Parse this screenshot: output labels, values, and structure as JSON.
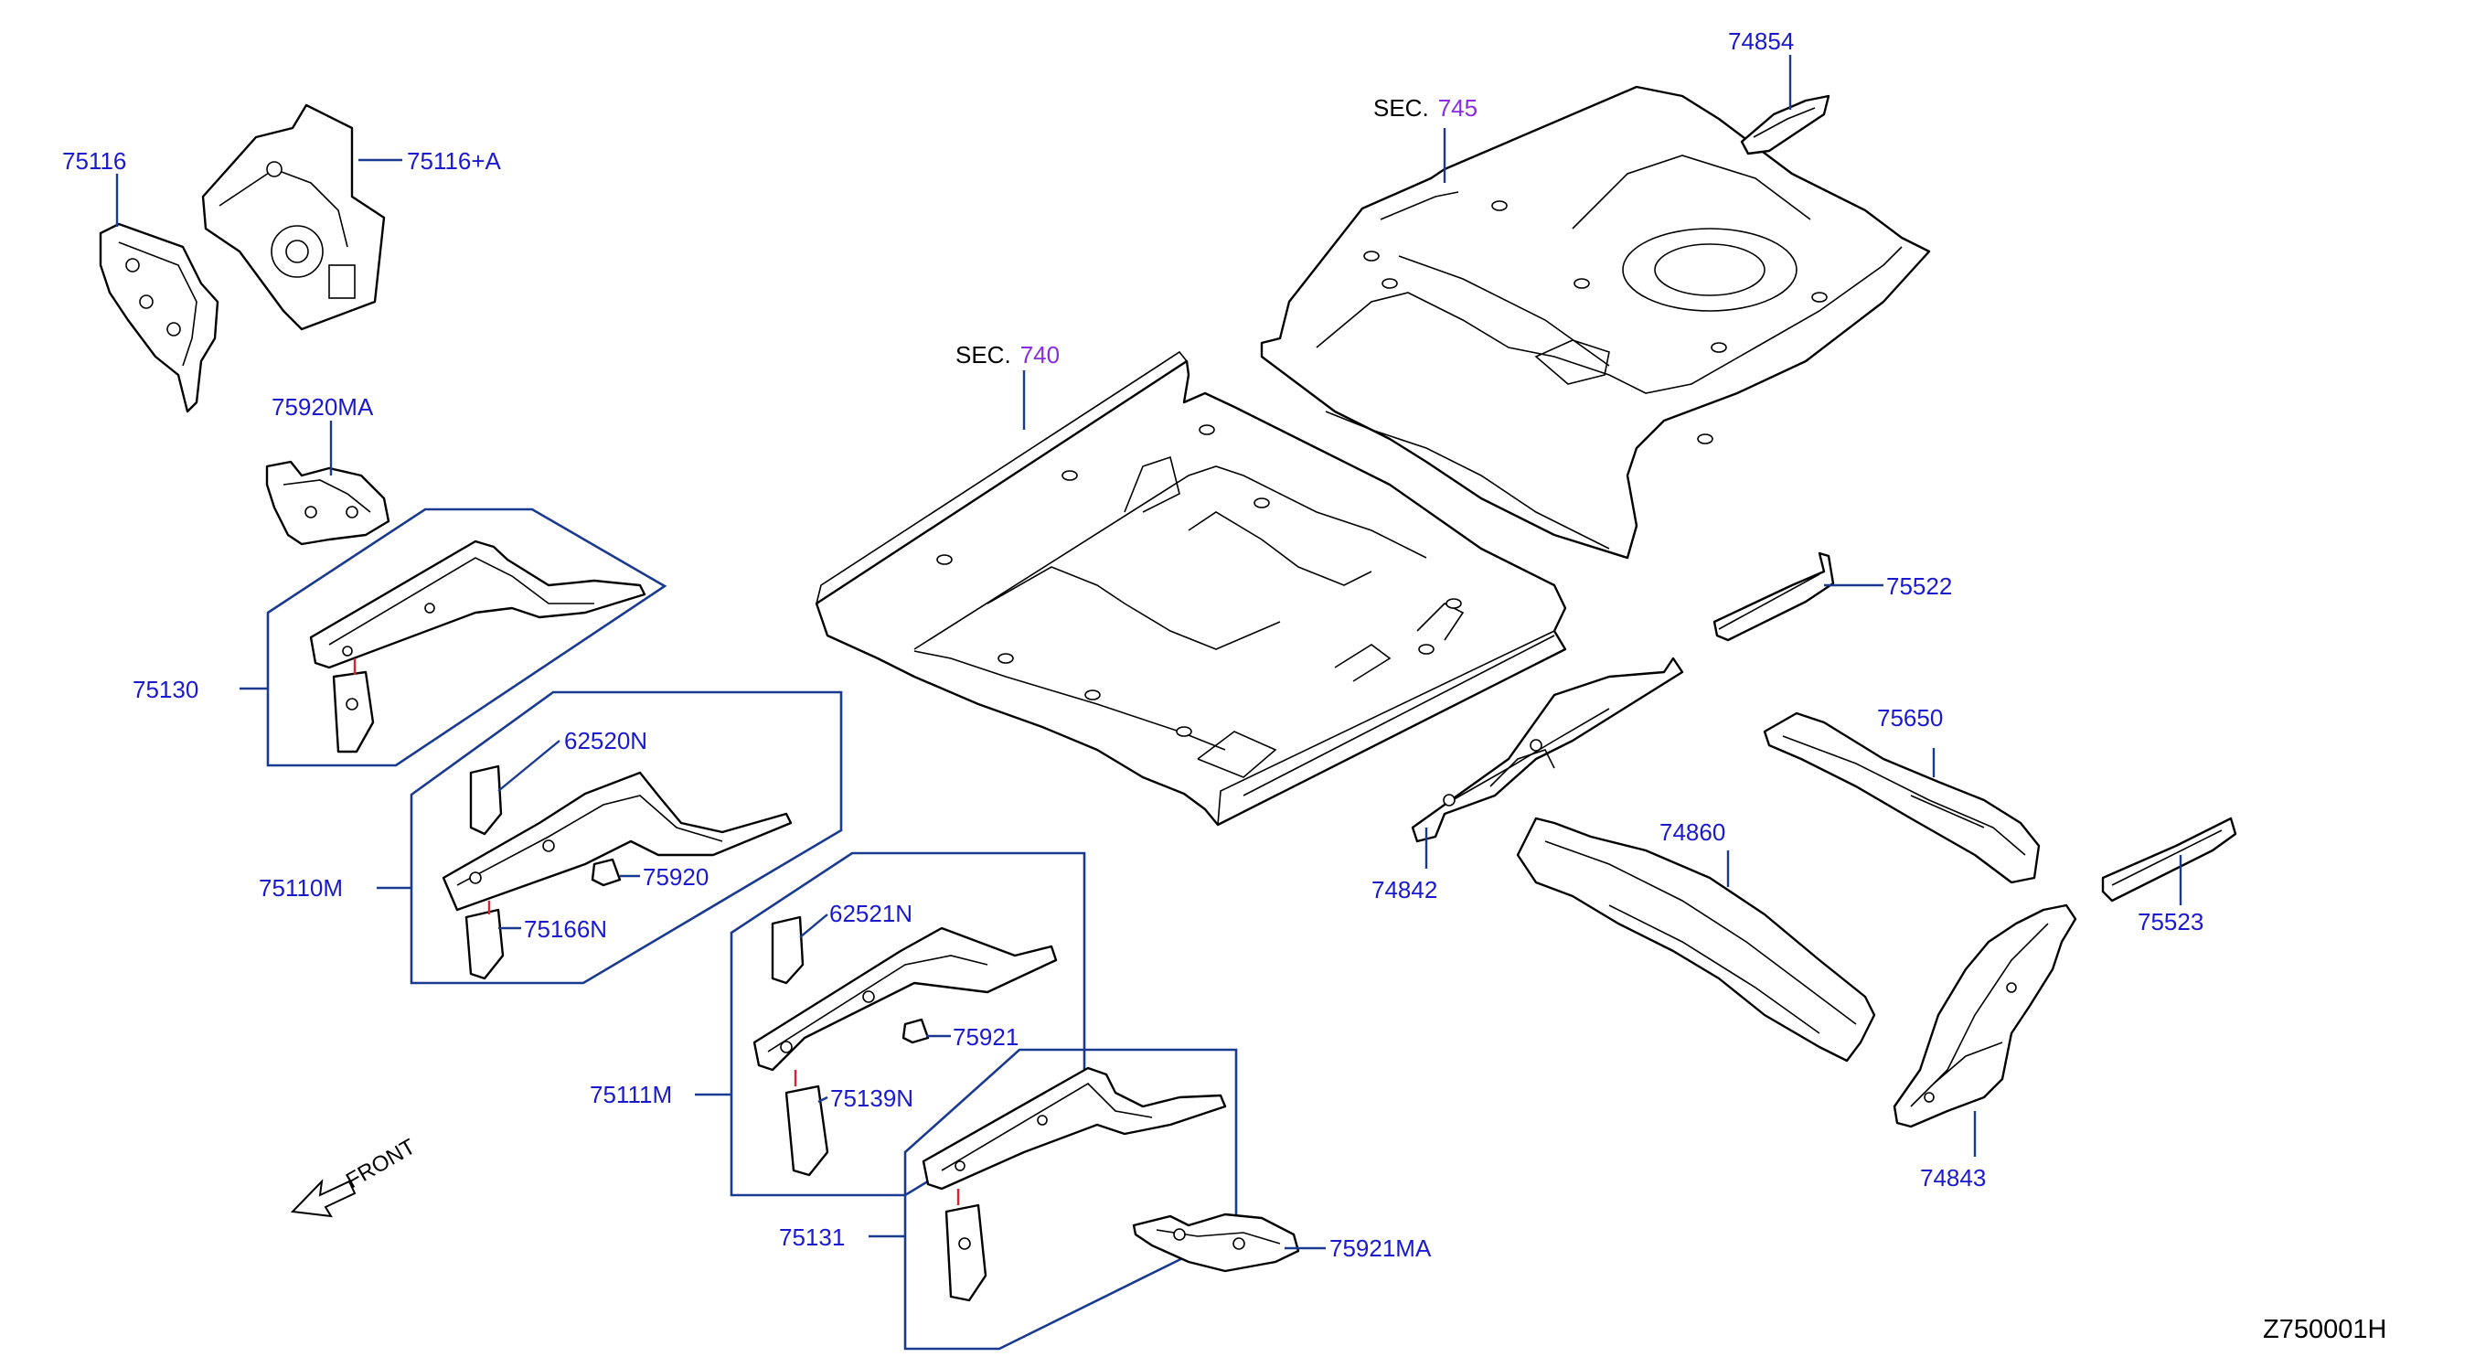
{
  "sections": [
    {
      "prefix": "SEC.",
      "number": "745"
    },
    {
      "prefix": "SEC.",
      "number": "740"
    }
  ],
  "parts": {
    "p75116": "75116",
    "p75116A": "75116+A",
    "p75920MA": "75920MA",
    "p75130": "75130",
    "p62520N": "62520N",
    "p75110M": "75110M",
    "p75920": "75920",
    "p75166N": "75166N",
    "p62521N": "62521N",
    "p75111M": "75111M",
    "p75921": "75921",
    "p75139N": "75139N",
    "p75131": "75131",
    "p75921MA": "75921MA",
    "p74854": "74854",
    "p75522": "75522",
    "p75650": "75650",
    "p74842": "74842",
    "p74860": "74860",
    "p75523": "75523",
    "p74843": "74843"
  },
  "front_label": "FRONT",
  "diagram_code": "Z750001H",
  "colors": {
    "label": "#1a1acc",
    "section_number": "#8a2be2",
    "leader": "#1a3a8f",
    "red_leader": "#d9232e",
    "line": "#000000"
  }
}
